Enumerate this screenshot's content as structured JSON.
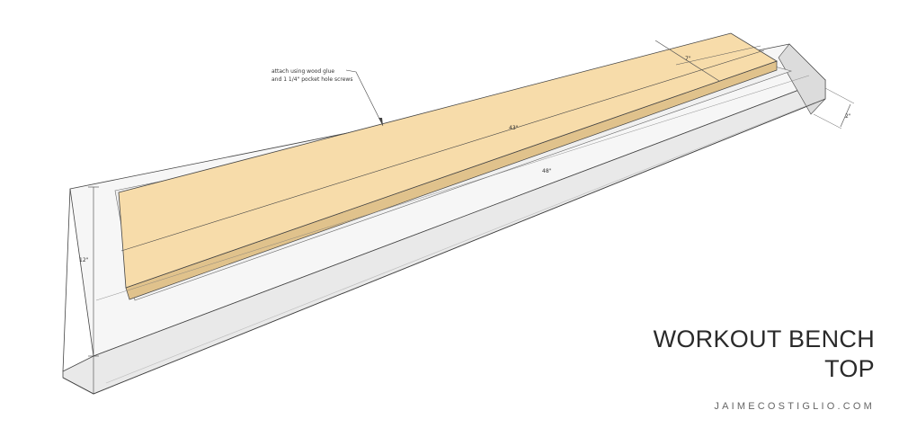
{
  "diagram": {
    "title_lines": [
      "WORKOUT BENCH",
      "TOP"
    ],
    "website": "JAIMECOSTIGLIO.COM",
    "note_lines": [
      "attach using wood glue",
      "and 1 1/4\" pocket hole screws"
    ],
    "dimensions": {
      "length_inner": "43\"",
      "length_outer": "48\"",
      "width_end": "7\"",
      "thickness": "2\"",
      "depth": "12\""
    },
    "colors": {
      "frame_top": "#f6f6f6",
      "frame_front": "#e9e9e9",
      "frame_end": "#dcdcdc",
      "board_top": "#f7dcaa",
      "board_edge": "#ead099",
      "board_shadow": "#e0c28c",
      "line": "#444444"
    }
  }
}
